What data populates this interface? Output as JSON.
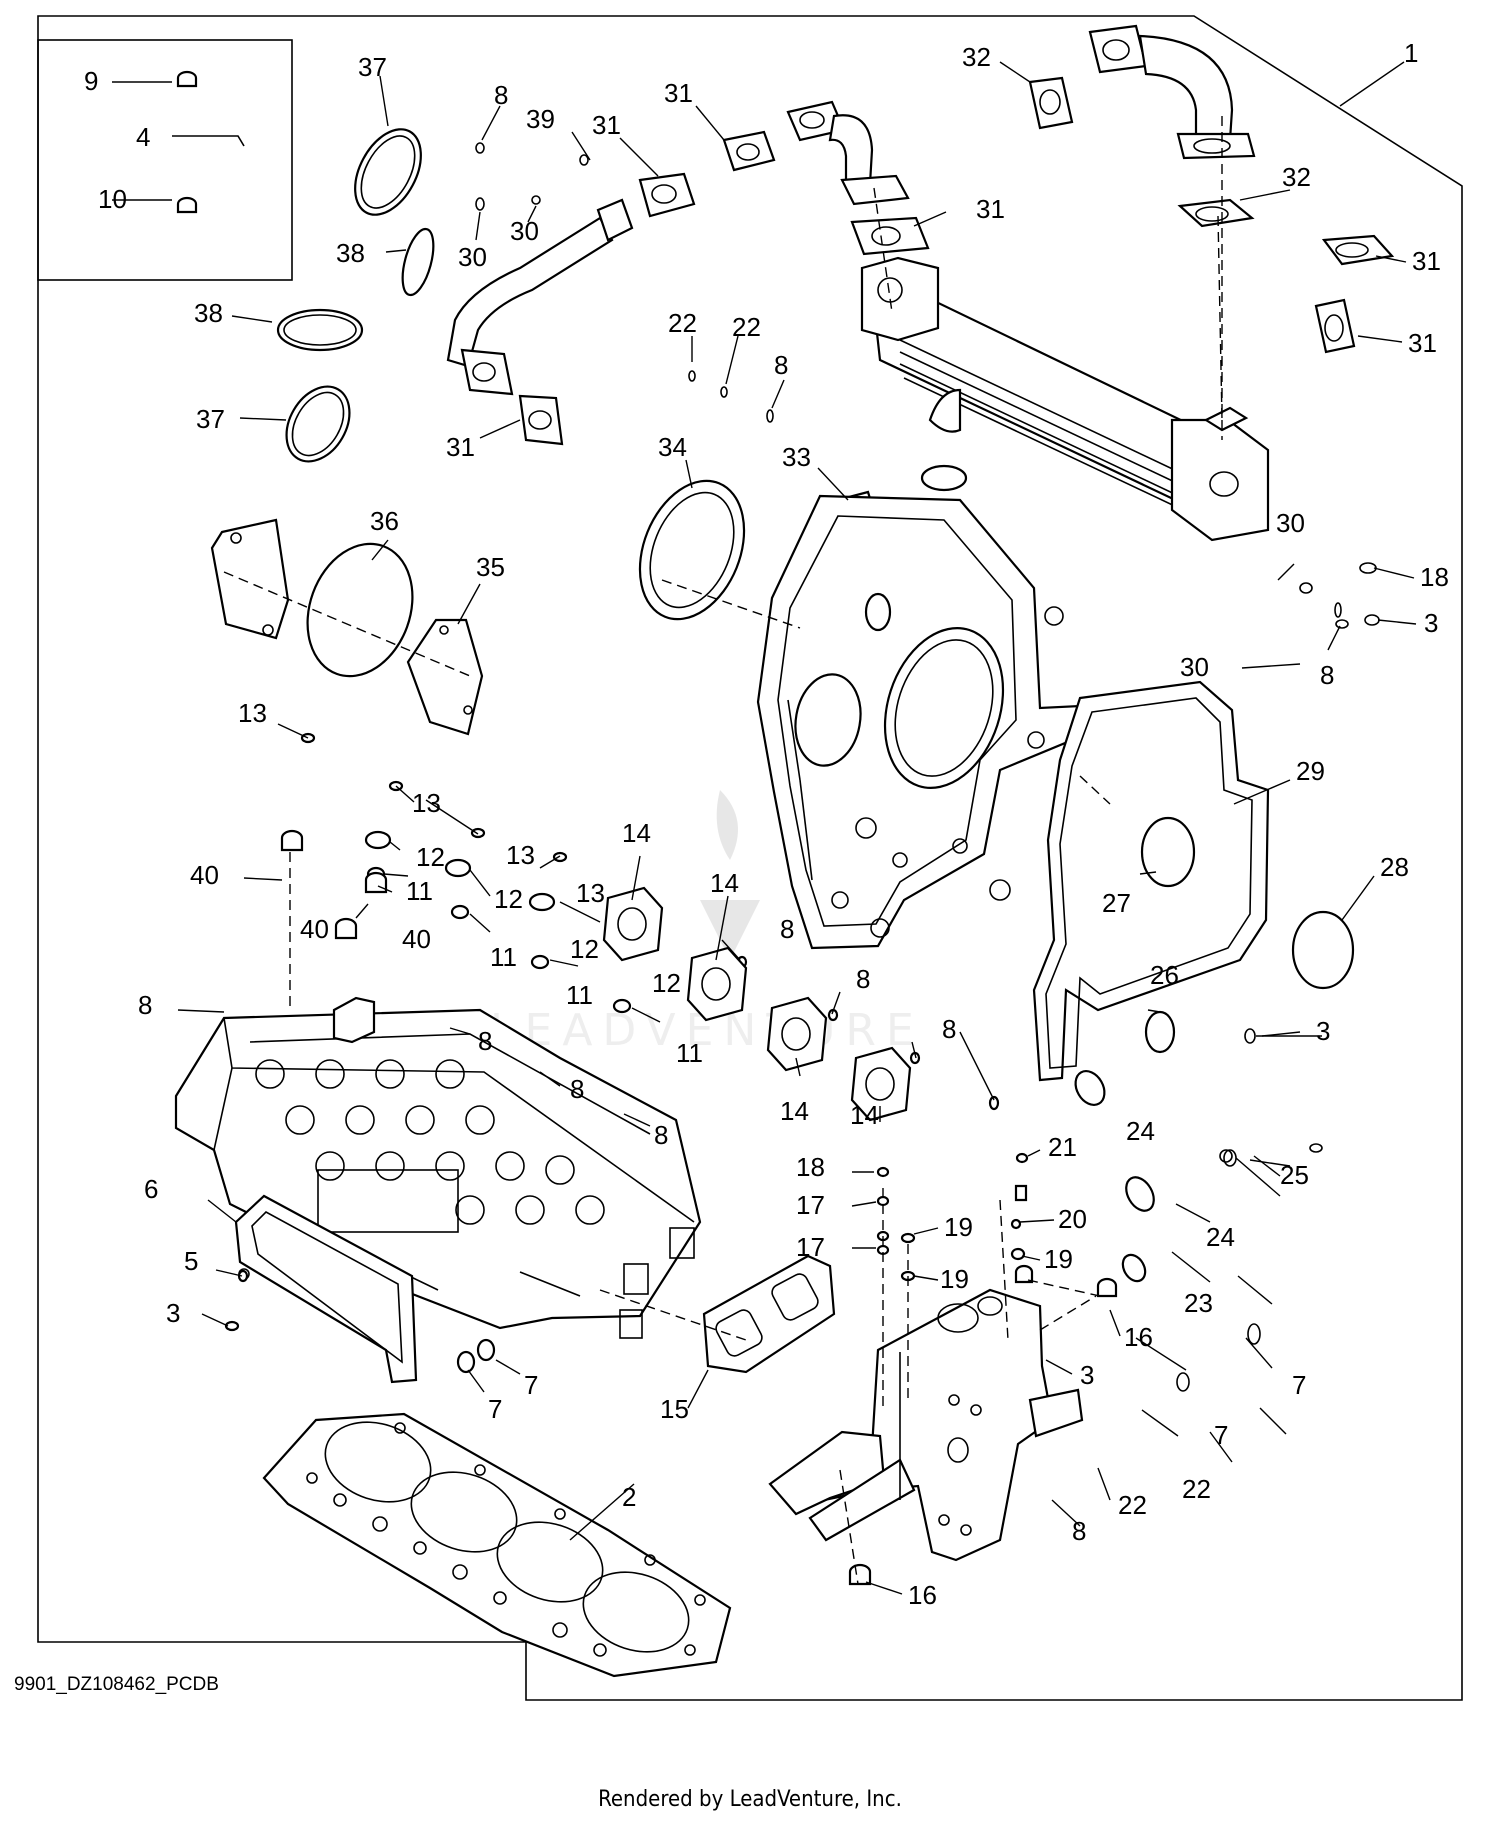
{
  "diagram": {
    "drawing_code": "9901_DZ108462_PCDB",
    "footer": "Rendered by LeadVenture, Inc.",
    "watermark": "LEADVENTURE",
    "inset_callouts": [
      "9",
      "4",
      "10"
    ],
    "callouts": [
      "1",
      "37",
      "8",
      "39",
      "31",
      "31",
      "32",
      "31",
      "30",
      "30",
      "38",
      "38",
      "37",
      "22",
      "22",
      "8",
      "33",
      "34",
      "36",
      "35",
      "13",
      "13",
      "13",
      "12",
      "11",
      "12",
      "11",
      "12",
      "11",
      "12",
      "11",
      "13",
      "14",
      "14",
      "14",
      "14",
      "8",
      "8",
      "8",
      "40",
      "40",
      "40",
      "8",
      "8",
      "8",
      "8",
      "6",
      "5",
      "3",
      "7",
      "7",
      "2",
      "15",
      "18",
      "17",
      "17",
      "19",
      "19",
      "21",
      "20",
      "19",
      "16",
      "16",
      "3",
      "8",
      "22",
      "22",
      "23",
      "24",
      "24",
      "25",
      "26",
      "3",
      "27",
      "28",
      "29",
      "30",
      "30",
      "8",
      "18",
      "3",
      "32",
      "31",
      "31",
      "31",
      "7",
      "7"
    ]
  }
}
